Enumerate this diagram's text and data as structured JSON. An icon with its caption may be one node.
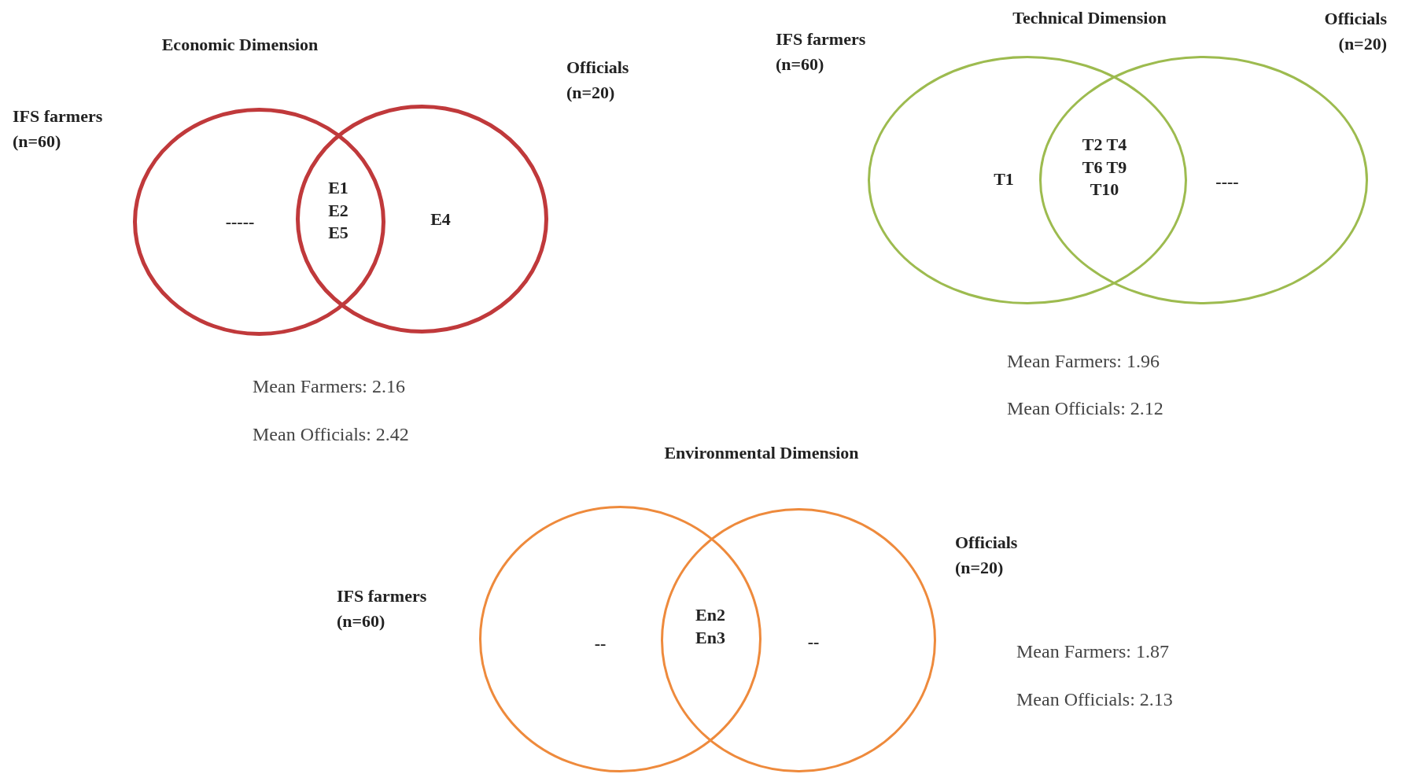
{
  "diagram": {
    "nodes": [
      {
        "text": [
          "-----"
        ],
        "beside": [
          "IFS farmers (n=60)"
        ]
      },
      {
        "text": [
          "E4"
        ],
        "beside": [
          "Officials (n=20)"
        ]
      },
      {
        "text": [
          "T1"
        ],
        "beside": [
          "IFS farmers (n=60)"
        ]
      },
      {
        "text": [
          "----"
        ],
        "beside": [
          "Officials (n=20)"
        ]
      },
      {
        "text": [
          "--"
        ],
        "beside": [
          "IFS farmers (n=60)"
        ]
      },
      {
        "text": [
          "--"
        ],
        "beside": [
          "Officials (n=20)"
        ]
      }
    ],
    "edges": [],
    "labels": [
      "Economic Dimension",
      "E1 E2 E5",
      "Mean Farmers: 2.16",
      "Mean Officials: 2.42",
      "Technical Dimension",
      "T2 T4 T6 T9 T10",
      "Mean Farmers: 1.96",
      "Mean Officials: 2.12",
      "Environmental Dimension",
      "En2 En3",
      "Mean Farmers: 1.87",
      "Mean Officials: 2.13"
    ]
  }
}
